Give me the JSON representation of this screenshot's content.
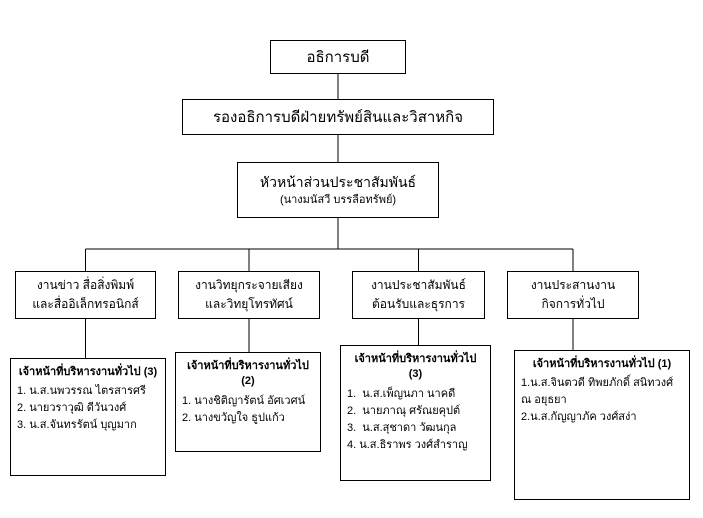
{
  "org": {
    "level1": {
      "title": "อธิการบดี"
    },
    "level2": {
      "title": "รองอธิการบดีฝ่ายทรัพย์สินและวิสาหกิจ"
    },
    "level3": {
      "title": "หัวหน้าส่วนประชาสัมพันธ์",
      "subtitle": "(นางมนัสวี บรรลือทรัพย์)"
    },
    "level4": [
      {
        "line1": "งานข่าว สื่อสิ่งพิมพ์",
        "line2": "และสื่ออิเล็กทรอนิกส์"
      },
      {
        "line1": "งานวิทยุกระจายเสียง",
        "line2": "และวิทยุโทรทัศน์"
      },
      {
        "line1": "งานประชาสัมพันธ์",
        "line2": "ต้อนรับและธุรการ"
      },
      {
        "line1": "งานประสานงาน",
        "line2": "กิจการทั่วไป"
      }
    ],
    "level5": [
      {
        "header": "เจ้าหน้าที่บริหารงานทั่วไป (3)",
        "members": [
          "1. น.ส.นพวรรณ ไตรสารศรี",
          "2. นายวราวุฒิ ดีวันวงศ์",
          "3. น.ส.จันทรรัตน์ บุญมาก"
        ]
      },
      {
        "header": "เจ้าหน้าที่บริหารงานทั่วไป (2)",
        "members": [
          "1. นางชิติญารัตน์ อัศเวศน์",
          "2. นางขวัญใจ ธูปแก้ว"
        ]
      },
      {
        "header": "เจ้าหน้าที่บริหารงานทั่วไป (3)",
        "members": [
          "1.  น.ส.เพ็ญนภา นาคดี",
          "2.  นายภาณุ ศรัณยคุปต์",
          "3.  น.ส.สุชาดา วัฒนกุล",
          "4. น.ส.ธิราพร วงศ์สำราญ"
        ]
      },
      {
        "header": "เจ้าหน้าที่บริหารงานทั่วไป (1)",
        "members": [
          "1.น.ส.จินตวดี ทิพยภักดิ์ สนิทวงศ์ ณ อยุธยา",
          "2.น.ส.กัญญาภัค วงศ์สง่า"
        ]
      }
    ]
  }
}
